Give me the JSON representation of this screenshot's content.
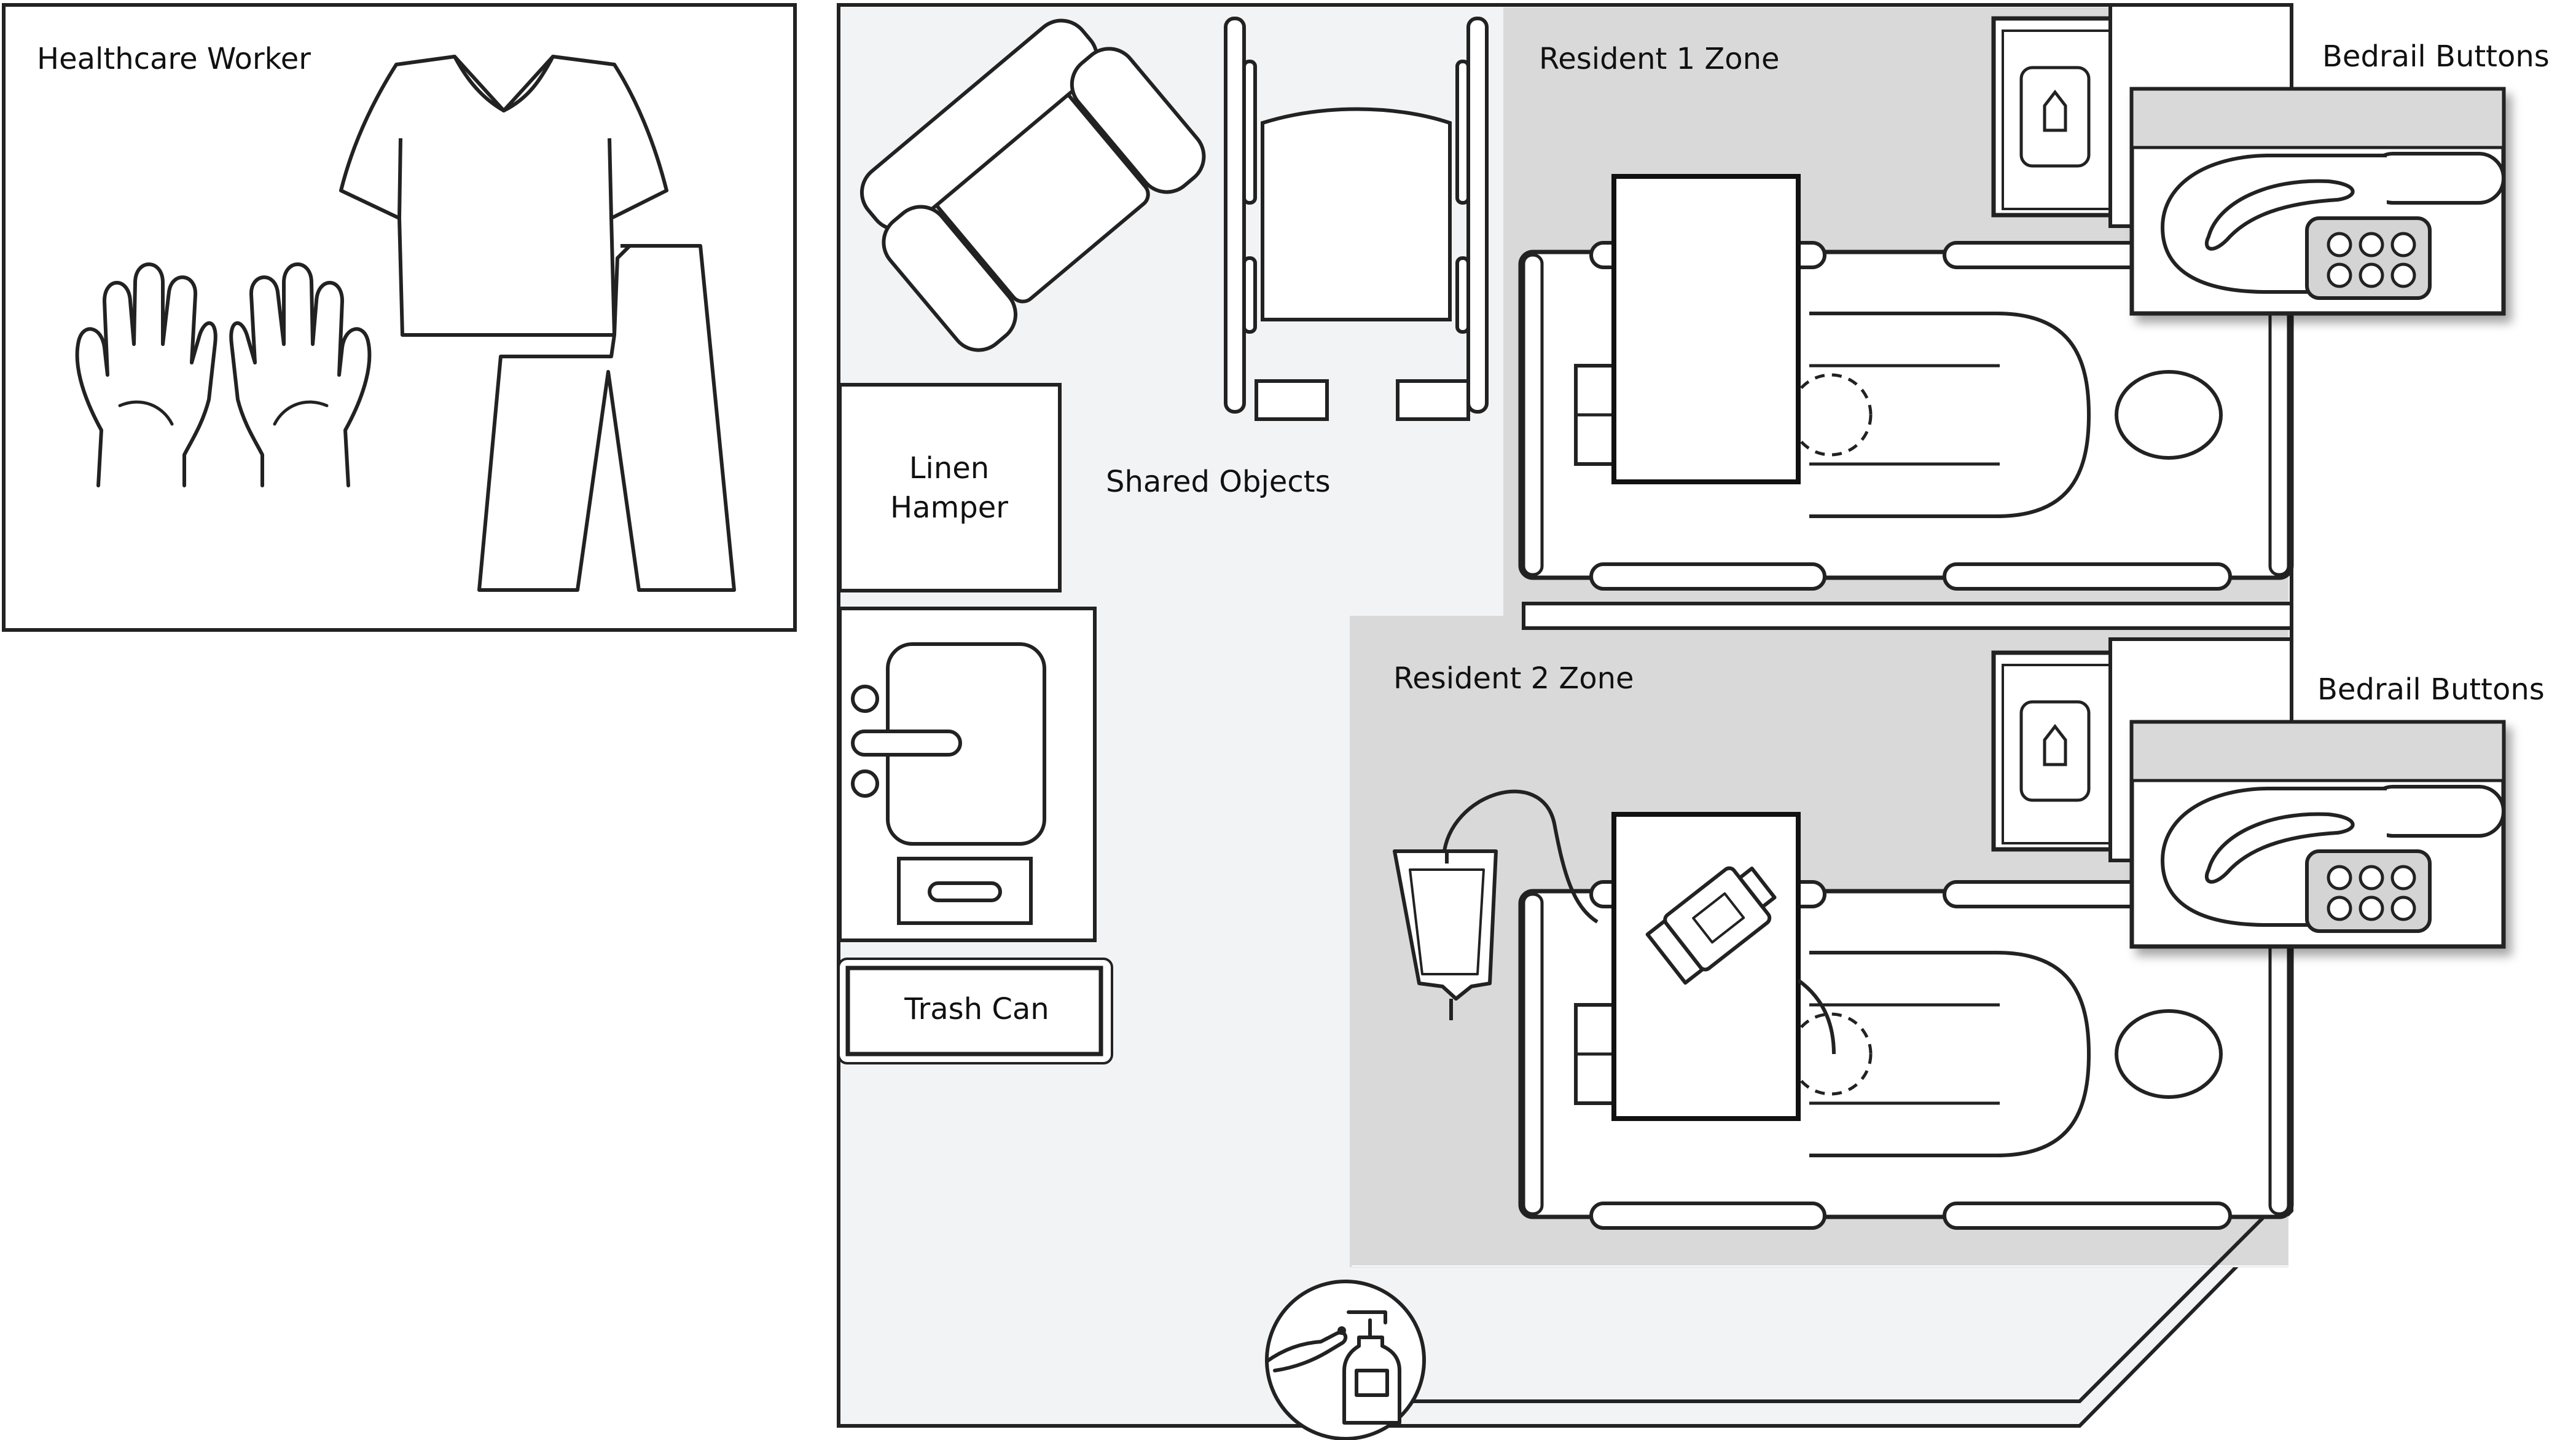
{
  "panels": {
    "healthcare_worker": {
      "title": "Healthcare Worker"
    }
  },
  "room": {
    "shared_objects_label": "Shared Objects",
    "linen_hamper_label": "Linen Hamper",
    "trash_can_label": "Trash Can",
    "resident1_zone_label": "Resident 1 Zone",
    "resident2_zone_label": "Resident 2 Zone",
    "bedrail_buttons_label_1": "Bedrail Buttons",
    "bedrail_buttons_label_2": "Bedrail Buttons"
  },
  "icons": {
    "hands": "hands-icon",
    "scrubs": "scrubs-icon",
    "chair": "chair-icon",
    "wheelchair": "wheelchair-icon",
    "sink": "sink-icon",
    "hand_sanitizer": "hand-sanitizer-icon",
    "bed": "bed-icon",
    "nightstand": "nightstand-icon",
    "overbed_table": "overbed-table-icon",
    "iv_bag": "iv-bag-icon",
    "ointment_tube": "ointment-tube-icon",
    "bedrail_remote": "bedrail-remote-icon"
  },
  "colors": {
    "zone_fill": "#d9d9d9",
    "room_fill": "#f2f3f4",
    "stroke": "#222222"
  }
}
